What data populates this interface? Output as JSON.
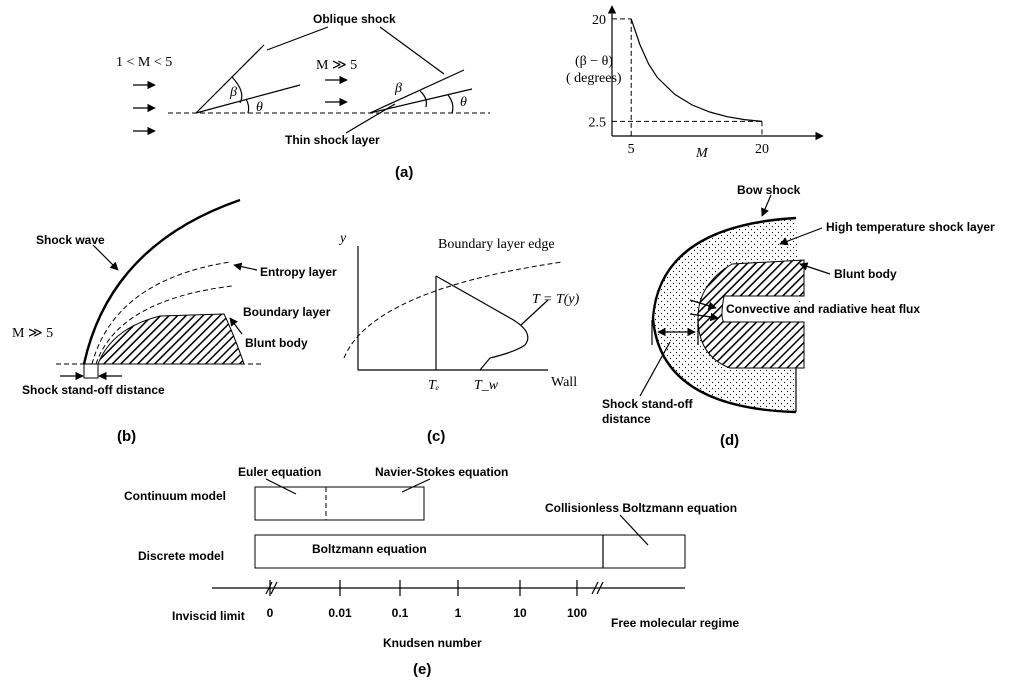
{
  "panels": {
    "a": "(a)",
    "b": "(b)",
    "c": "(c)",
    "d": "(d)",
    "e": "(e)"
  },
  "panel_a": {
    "oblique_shock": "Oblique shock",
    "mach_range": "1 < M < 5",
    "mach_hyper": "M ≫ 5",
    "beta": "β",
    "theta": "θ",
    "thin_shock_layer": "Thin shock layer"
  },
  "chart_data": {
    "type": "line",
    "ylabel_line1": "(β − θ)",
    "ylabel_line2": "( degrees)",
    "xlabel": "M",
    "x_ticks": [
      "5",
      "20"
    ],
    "y_ticks": [
      "20",
      "2.5"
    ],
    "xlim": [
      2.8,
      27.0
    ],
    "ylim": [
      0,
      22.2
    ],
    "series": [
      {
        "x": [
          5,
          6,
          7,
          8,
          10,
          12,
          14,
          16,
          18,
          20
        ],
        "y": [
          20,
          15.6,
          12.3,
          10.0,
          7.1,
          5.3,
          4.1,
          3.3,
          2.8,
          2.5
        ]
      }
    ]
  },
  "panel_b": {
    "shock_wave": "Shock wave",
    "entropy_layer": "Entropy layer",
    "boundary_layer": "Boundary layer",
    "blunt_body": "Blunt body",
    "mach": "M ≫ 5",
    "standoff": "Shock stand-off distance"
  },
  "panel_c": {
    "y_axis": "y",
    "boundary_edge": "Boundary layer edge",
    "temperature": "T = T(y)",
    "te": "Tₑ",
    "tw": "T_w",
    "wall": "Wall"
  },
  "panel_d": {
    "bow_shock": "Bow shock",
    "high_temp": "High temperature shock layer",
    "blunt_body": "Blunt body",
    "heat_flux": "Convective and radiative heat flux",
    "standoff_line1": "Shock stand-off",
    "standoff_line2": "distance"
  },
  "panel_e": {
    "continuum_model": "Continuum model",
    "discrete_model": "Discrete model",
    "euler": "Euler equation",
    "navier_stokes": "Navier-Stokes equation",
    "boltzmann": "Boltzmann equation",
    "collisionless": "Collisionless Boltzmann equation",
    "inviscid_limit": "Inviscid limit",
    "free_molecular": "Free molecular regime",
    "knudsen": "Knudsen number",
    "ticks": [
      "0",
      "0.01",
      "0.1",
      "1",
      "10",
      "100"
    ]
  }
}
